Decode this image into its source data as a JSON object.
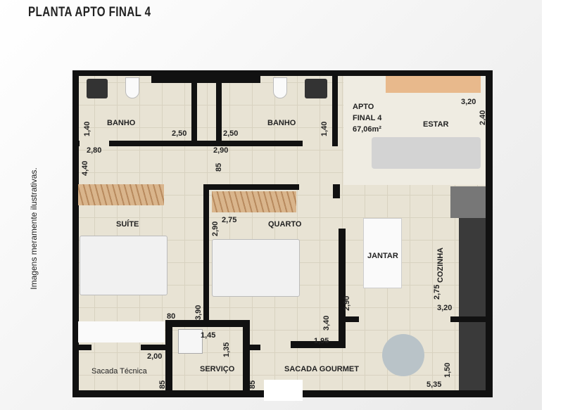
{
  "title": "PLANTA APTO FINAL 4",
  "disclaimer": "Imagens meramente ilustrativas.",
  "apartment": {
    "line1": "APTO",
    "line2": "FINAL 4",
    "area": "67,06m²"
  },
  "rooms": {
    "banho_left": "BANHO",
    "banho_right": "BANHO",
    "suite": "SUÍTE",
    "quarto": "QUARTO",
    "estar": "ESTAR",
    "jantar": "JANTAR",
    "cozinha": "COZINHA",
    "sacada_tecnica": "Sacada Técnica",
    "servico": "SERVIÇO",
    "sacada_gourmet": "SACADA GOURMET"
  },
  "dims": {
    "b1_h": "1,40",
    "b1_w": "2,50",
    "b2_w": "2,50",
    "b2_h": "1,40",
    "hall_w1": "2,80",
    "hall_w2": "2,90",
    "hall_h": "4,40",
    "hall_door": "85",
    "estar_w": "3,20",
    "estar_h": "2,40",
    "suite_h": "3,90",
    "suite_door": "80",
    "quarto_h": "2,90",
    "quarto_w": "2,75",
    "quarto_h2": "3,40",
    "jantar_h": "2,90",
    "coz_h": "2,75",
    "coz_w": "3,20",
    "serv_w": "1,45",
    "serv_h": "1,35",
    "gour_w1": "1,95",
    "tec_w": "2,00",
    "tec_d": "85",
    "gour_d": "85",
    "gour_h": "1,50",
    "gour_w": "5,35"
  },
  "colors": {
    "wall": "#111111",
    "floor": "#e8e3d4",
    "wood": "#d9b58c"
  }
}
